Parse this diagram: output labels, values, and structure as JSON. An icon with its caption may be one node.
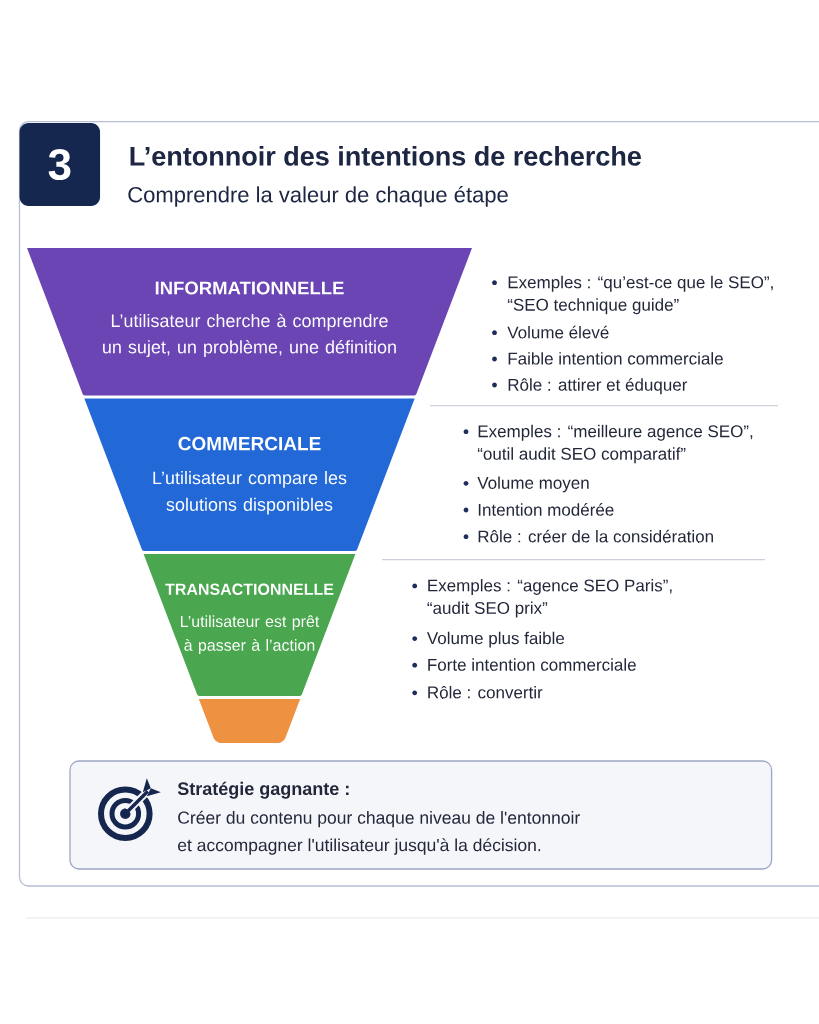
{
  "diagram": {
    "title": "L’entonnoir des intentions de recherche",
    "nodes": [
      {
        "text": [
          "3"
        ]
      },
      {
        "text": [
          "INFORMATIONNELLE",
          "L’utilisateur cherche à comprendre un sujet, un problème, une définition"
        ],
        "beside": [
          "Exemples : “qu’est-ce que le SEO”, “SEO technique guide”",
          "Volume élevé",
          "Faible intention commerciale",
          "Rôle : attirer et éduquer"
        ]
      },
      {
        "text": [
          "COMMERCIALE",
          "L’utilisateur compare les solutions disponibles"
        ],
        "beside": [
          "Exemples : “meilleure agence SEO”, “outil audit SEO comparatif”",
          "Volume moyen",
          "Intention modérée",
          "Rôle : créer de la considération"
        ]
      },
      {
        "text": [
          "TRANSACTIONNELLE",
          "L’utilisateur est prêt à passer à l’action"
        ],
        "beside": [
          "Exemples : “agence SEO Paris”, “audit SEO prix”",
          "Volume plus faible",
          "Forte intention commerciale",
          "Rôle : convertir"
        ]
      },
      {
        "text": [],
        "shape": "trapezoid"
      },
      {
        "text": [
          "Stratégie gagnante :",
          "Créer du contenu pour chaque niveau de l'entonnoir et accompagner l'utilisateur jusqu'à la décision."
        ]
      }
    ],
    "labels": [
      "Comprendre la valeur de chaque étape"
    ]
  }
}
